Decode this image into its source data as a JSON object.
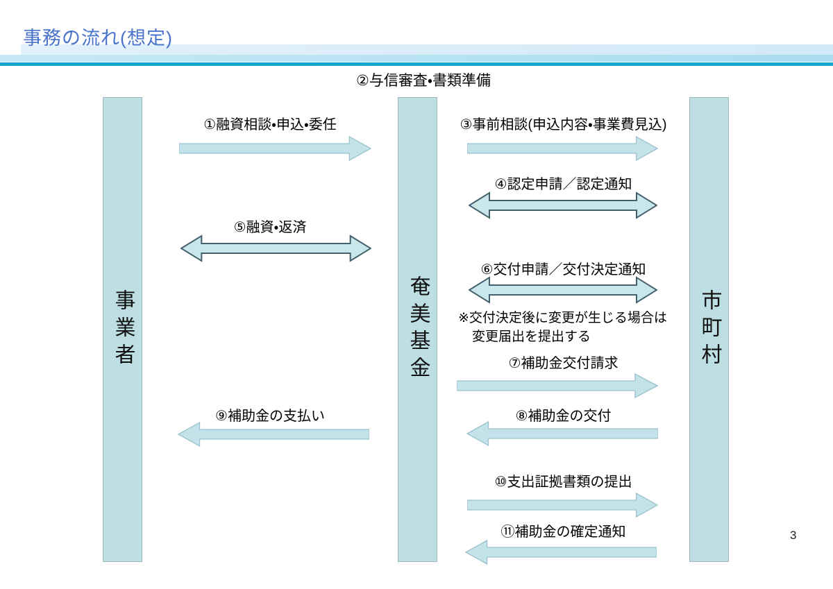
{
  "slide": {
    "title": "事務の流れ(想定)",
    "page_number": "3"
  },
  "actors": [
    {
      "id": "business",
      "label": "事業者"
    },
    {
      "id": "amami-fund",
      "label": "奄美基金"
    },
    {
      "id": "municipality",
      "label": "市町村"
    }
  ],
  "flows": [
    {
      "id": 1,
      "label": "①融資相談・申込・委任",
      "from": "事業者",
      "to": "奄美基金",
      "direction": "right"
    },
    {
      "id": 2,
      "label": "②与信審査・書類準備",
      "at": "奄美基金",
      "direction": "none"
    },
    {
      "id": 3,
      "label": "③事前相談(申込内容・事業費見込)",
      "from": "奄美基金",
      "to": "市町村",
      "direction": "right"
    },
    {
      "id": 4,
      "label": "④認定申請／認定通知",
      "from": "奄美基金",
      "to": "市町村",
      "direction": "both"
    },
    {
      "id": 5,
      "label": "⑤融資・返済",
      "from": "事業者",
      "to": "奄美基金",
      "direction": "both"
    },
    {
      "id": 6,
      "label": "⑥交付申請／交付決定通知",
      "from": "奄美基金",
      "to": "市町村",
      "direction": "both"
    },
    {
      "id": 7,
      "label": "⑦補助金交付請求",
      "from": "奄美基金",
      "to": "市町村",
      "direction": "right"
    },
    {
      "id": 8,
      "label": "⑧補助金の交付",
      "from": "市町村",
      "to": "奄美基金",
      "direction": "left"
    },
    {
      "id": 9,
      "label": "⑨補助金の支払い",
      "from": "奄美基金",
      "to": "事業者",
      "direction": "left"
    },
    {
      "id": 10,
      "label": "⑩支出証拠書類の提出",
      "from": "奄美基金",
      "to": "市町村",
      "direction": "right"
    },
    {
      "id": 11,
      "label": "⑪補助金の確定通知",
      "from": "市町村",
      "to": "奄美基金",
      "direction": "left"
    }
  ],
  "note": {
    "lines": [
      "※交付決定後に変更が生じる場合は",
      "変更届出を提出する"
    ]
  },
  "colors": {
    "title_text": "#4a73cb",
    "header_band_light": "#d8ecf8",
    "header_band_mid": "#a9dcf0",
    "header_band_teal": "#18a7cb",
    "column_fill": "#bddee3",
    "column_border": "#9fb8bd",
    "arrow_fill": "#c3e2ea",
    "arrow_border_light": "#9cc3cd",
    "arrow_border_dark": "#44616d",
    "label_text": "#000000"
  }
}
